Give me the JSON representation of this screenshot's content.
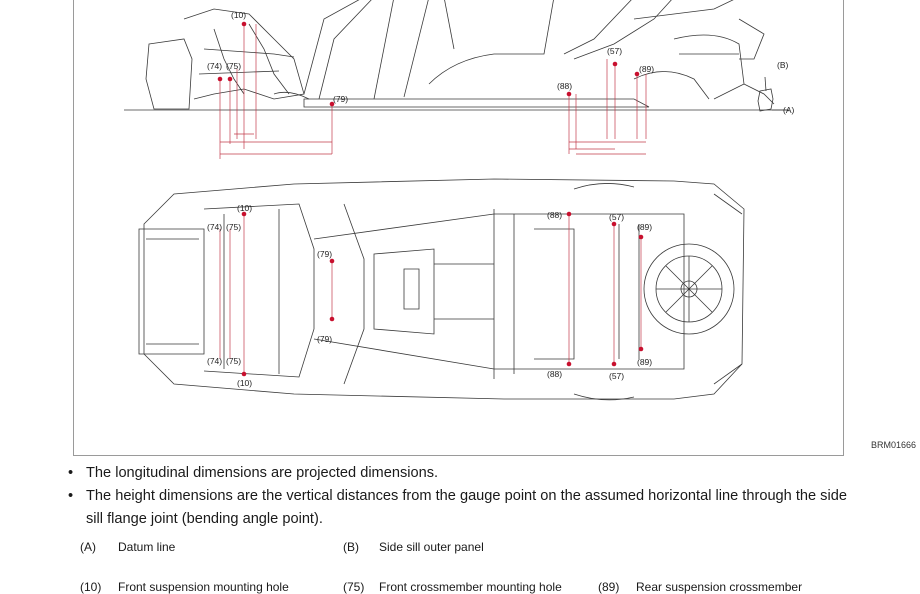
{
  "diagram": {
    "figure_id": "BRM01666",
    "labels": {
      "side": [
        "(10)",
        "(74)",
        "(75)",
        "(79)",
        "(57)",
        "(88)",
        "(89)",
        "(B)",
        "(A)"
      ],
      "bottom": [
        "(10)",
        "(74)",
        "(75)",
        "(79)",
        "(88)",
        "(57)",
        "(89)",
        "(74)",
        "(75)",
        "(79)",
        "(10)",
        "(88)",
        "(57)",
        "(89)"
      ]
    }
  },
  "notes": [
    "The longitudinal dimensions are projected dimensions.",
    "The height dimensions are the vertical distances from the gauge point on the assumed horizontal line through the side sill flange joint (bending angle point)."
  ],
  "bullet_symbol": "•",
  "legend": [
    {
      "code": "(A)",
      "text": "Datum line"
    },
    {
      "code": "(B)",
      "text": "Side sill outer panel"
    },
    {
      "code": "(10)",
      "text": "Front suspension mounting hole"
    },
    {
      "code": "(75)",
      "text": "Front crossmember mounting hole"
    },
    {
      "code": "(89)",
      "text": "Rear suspension crossmember"
    }
  ],
  "colors": {
    "outline": "#3a3a3a",
    "dimension_line": "#c23b4a",
    "point": "#c8102e"
  }
}
